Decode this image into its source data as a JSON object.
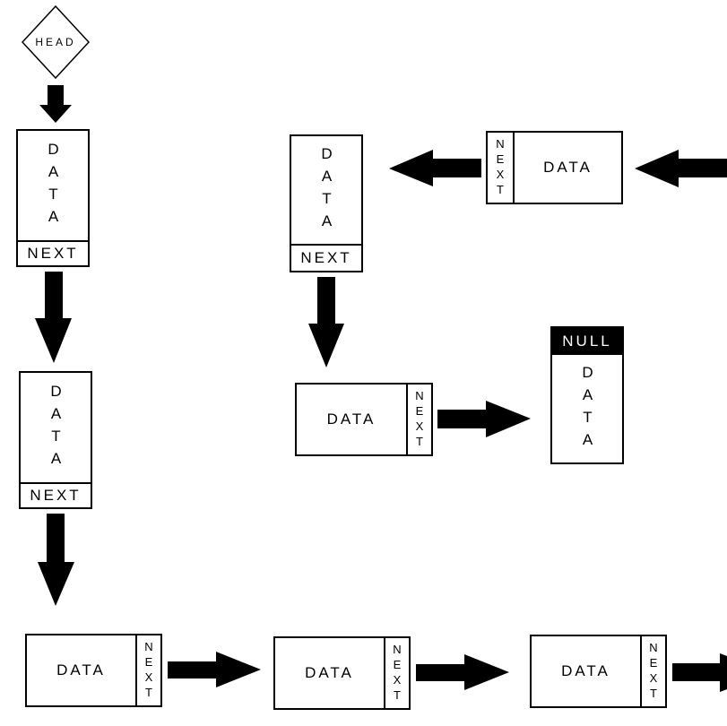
{
  "head": {
    "label": "HEAD"
  },
  "nodes": {
    "n1": {
      "data": "DATA",
      "next": "NEXT"
    },
    "n2": {
      "data": "DATA",
      "next": "NEXT"
    },
    "n3": {
      "data": "DATA",
      "next": "NEXT"
    },
    "n4": {
      "data": "DATA",
      "next": "NEXT"
    },
    "n5": {
      "data": "DATA",
      "next": "NEXT"
    },
    "n6": {
      "data": "DATA",
      "next": "NEXT"
    },
    "n7": {
      "data": "DATA",
      "next": "NEXT"
    },
    "n8": {
      "data": "DATA",
      "next": "NEXT"
    },
    "tail": {
      "data": "DATA",
      "null": "NULL"
    }
  }
}
